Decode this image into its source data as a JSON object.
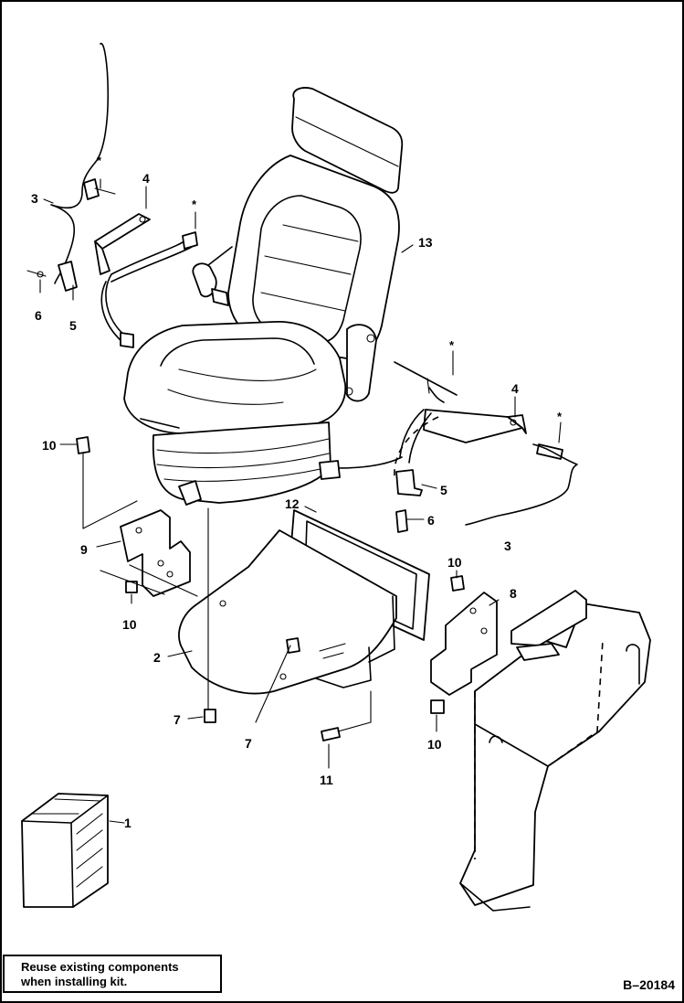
{
  "diagram": {
    "callouts": [
      {
        "id": "c1",
        "text": "1"
      },
      {
        "id": "c2",
        "text": "2"
      },
      {
        "id": "c3a",
        "text": "3"
      },
      {
        "id": "c3b",
        "text": "3"
      },
      {
        "id": "c4a",
        "text": "4"
      },
      {
        "id": "c4b",
        "text": "4"
      },
      {
        "id": "c5a",
        "text": "5"
      },
      {
        "id": "c5b",
        "text": "5"
      },
      {
        "id": "c6a",
        "text": "6"
      },
      {
        "id": "c6b",
        "text": "6"
      },
      {
        "id": "c7a",
        "text": "7"
      },
      {
        "id": "c7b",
        "text": "7"
      },
      {
        "id": "c8",
        "text": "8"
      },
      {
        "id": "c9",
        "text": "9"
      },
      {
        "id": "c10a",
        "text": "10"
      },
      {
        "id": "c10b",
        "text": "10"
      },
      {
        "id": "c10c",
        "text": "10"
      },
      {
        "id": "c10d",
        "text": "10"
      },
      {
        "id": "c11",
        "text": "11"
      },
      {
        "id": "c12",
        "text": "12"
      },
      {
        "id": "c13",
        "text": "13"
      }
    ],
    "stars": [
      "*",
      "*",
      "*",
      "*"
    ]
  },
  "note": {
    "text": "Reuse existing components\nwhen installing kit."
  },
  "figure_id": "B–20184"
}
